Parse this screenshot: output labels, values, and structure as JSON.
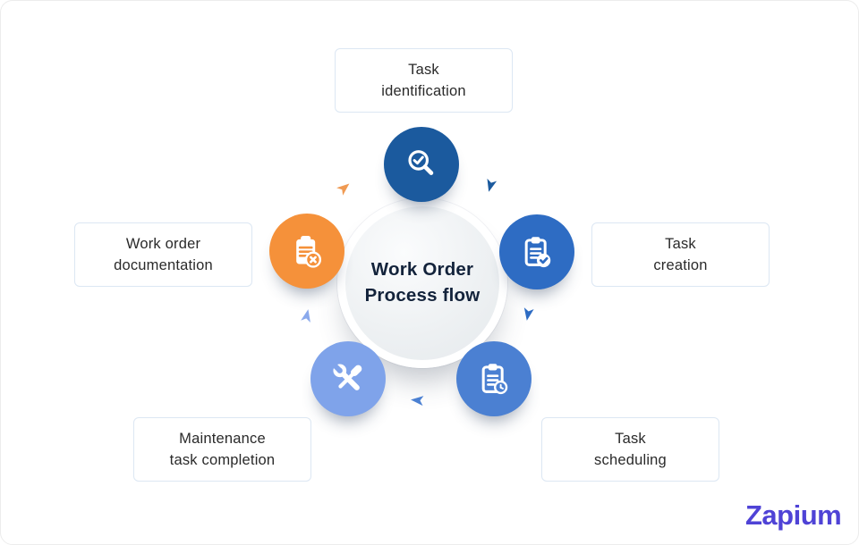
{
  "hub": {
    "title_line1": "Work Order",
    "title_line2": "Process flow",
    "text_color": "#13233b"
  },
  "nodes": [
    {
      "id": "task-identification",
      "icon": "search-check-icon",
      "color": "#1b5a9e",
      "label_line1": "Task",
      "label_line2": "identification"
    },
    {
      "id": "task-creation",
      "icon": "clipboard-check-icon",
      "color": "#2e6cc3",
      "label_line1": "Task",
      "label_line2": "creation"
    },
    {
      "id": "task-scheduling",
      "icon": "clipboard-clock-icon",
      "color": "#4b80d2",
      "label_line1": "Task",
      "label_line2": "scheduling"
    },
    {
      "id": "maintenance-task-completion",
      "icon": "tools-icon",
      "color": "#7fa3ea",
      "label_line1": "Maintenance",
      "label_line2": "task completion"
    },
    {
      "id": "work-order-documentation",
      "icon": "clipboard-x-icon",
      "color": "#f5913a",
      "label_line1": "Work order",
      "label_line2": "documentation"
    }
  ],
  "arrows": [
    {
      "name": "flow-arrow-documentation-to-identification",
      "color": "#f09a52",
      "direction": "up-right"
    },
    {
      "name": "flow-arrow-identification-to-creation",
      "color": "#1b5a9e",
      "direction": "down-right"
    },
    {
      "name": "flow-arrow-creation-to-scheduling",
      "color": "#2e6cc3",
      "direction": "down"
    },
    {
      "name": "flow-arrow-scheduling-to-completion",
      "color": "#4b80d2",
      "direction": "left"
    },
    {
      "name": "flow-arrow-completion-to-documentation",
      "color": "#8aa9ec",
      "direction": "up"
    }
  ],
  "brand": {
    "name": "Zapium",
    "color": "#4f43d6"
  }
}
